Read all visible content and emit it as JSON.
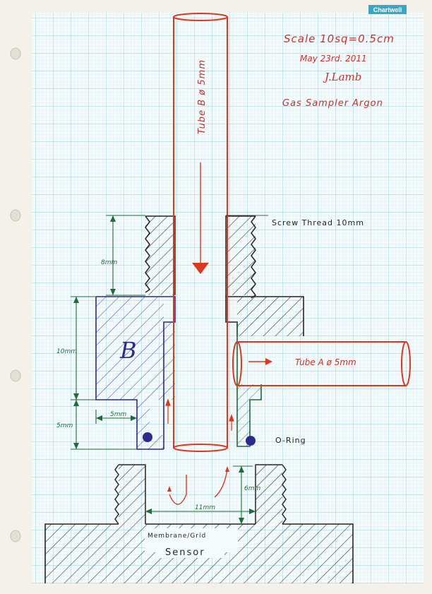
{
  "brand": {
    "logo_text": "Chartwell"
  },
  "title_block": {
    "scale": "Scale 10sq=0.5cm",
    "date": "May 23rd. 2011",
    "signature": "J.Lamb",
    "subject": "Gas Sampler Argon"
  },
  "labels": {
    "tube_b": "Tube B  ø 5mm",
    "tube_a": "Tube A  ø 5mm",
    "screw_thread": "Screw Thread  10mm",
    "part_b": "B",
    "oring": "O-Ring",
    "membrane": "Membrane/Grid",
    "sensor": "Sensor"
  },
  "dimensions": {
    "thread_len": "8mm",
    "body_height": "10mm",
    "ring_offset": "5mm",
    "ring_height": "5mm",
    "cup_depth": "6mm",
    "cup_width": "11mm"
  },
  "colors": {
    "grid": "#b9dce6",
    "grid_major": "#93c9d8",
    "red_ink": "#d8391f",
    "blue_ink": "#2c2a8a",
    "green_ink": "#1f6b3a",
    "black_ink": "#2a2420"
  }
}
